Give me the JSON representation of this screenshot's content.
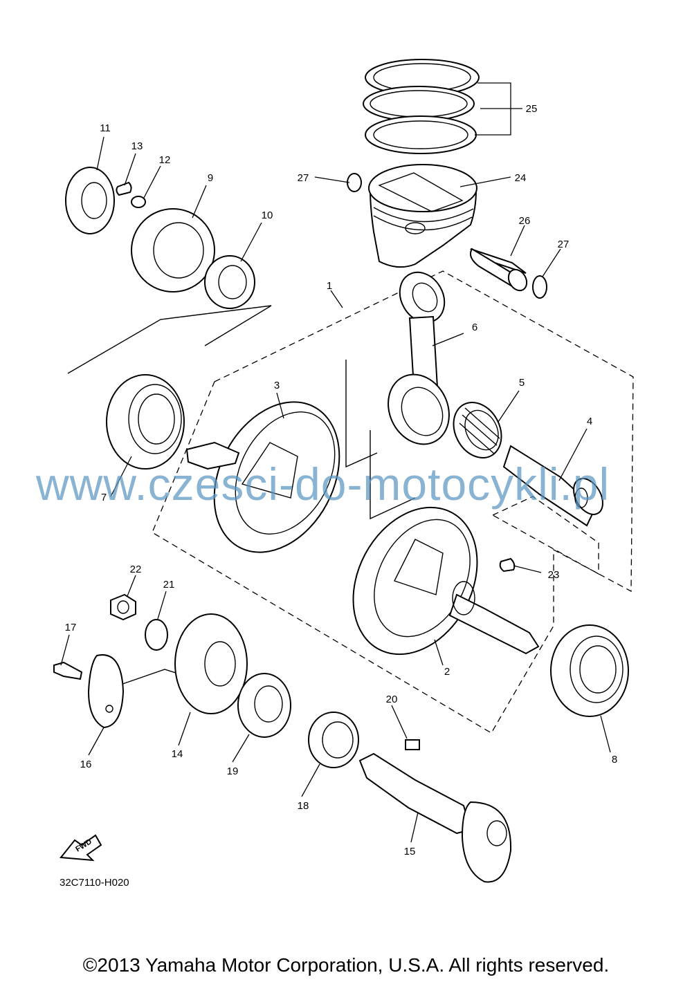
{
  "callouts": [
    {
      "id": "1",
      "label": "1"
    },
    {
      "id": "2",
      "label": "2"
    },
    {
      "id": "3",
      "label": "3"
    },
    {
      "id": "4",
      "label": "4"
    },
    {
      "id": "5",
      "label": "5"
    },
    {
      "id": "6",
      "label": "6"
    },
    {
      "id": "7",
      "label": "7"
    },
    {
      "id": "8",
      "label": "8"
    },
    {
      "id": "9",
      "label": "9"
    },
    {
      "id": "10",
      "label": "10"
    },
    {
      "id": "11",
      "label": "11"
    },
    {
      "id": "12",
      "label": "12"
    },
    {
      "id": "13",
      "label": "13"
    },
    {
      "id": "14",
      "label": "14"
    },
    {
      "id": "15",
      "label": "15"
    },
    {
      "id": "16",
      "label": "16"
    },
    {
      "id": "17",
      "label": "17"
    },
    {
      "id": "18",
      "label": "18"
    },
    {
      "id": "19",
      "label": "19"
    },
    {
      "id": "20",
      "label": "20"
    },
    {
      "id": "21",
      "label": "21"
    },
    {
      "id": "22",
      "label": "22"
    },
    {
      "id": "23",
      "label": "23"
    },
    {
      "id": "24",
      "label": "24"
    },
    {
      "id": "25",
      "label": "25"
    },
    {
      "id": "26",
      "label": "26"
    },
    {
      "id": "27a",
      "label": "27"
    },
    {
      "id": "27b",
      "label": "27"
    }
  ],
  "fwd_label": "FWD",
  "diagram_code": "32C7110-H020",
  "watermark": "www.czesci-do-motocykli.pl",
  "copyright": "©2013 Yamaha Motor Corporation, U.S.A. All rights reserved."
}
